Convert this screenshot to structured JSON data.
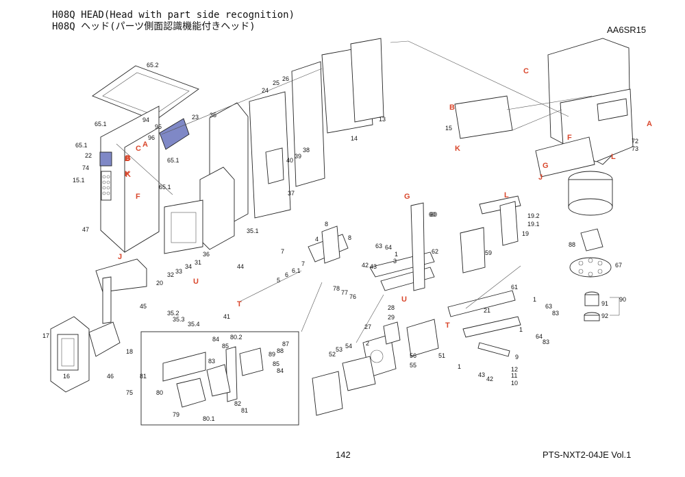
{
  "header": {
    "title_en": "H08Q HEAD(Head with part side recognition)",
    "title_jp": "H08Q ヘッド(パーツ側面認識機能付きヘッド)",
    "doc_code": "AA6SR15"
  },
  "footer": {
    "page": "142",
    "manual": "PTS-NXT2-04JE  Vol.1"
  },
  "colors": {
    "reference_letter": "#d9462b",
    "highlight_fill": "#7f88c6",
    "line": "#222222"
  },
  "part_numbers": [
    "65.2",
    "65.1",
    "65.1",
    "94",
    "95",
    "96",
    "23",
    "22",
    "74",
    "65.1",
    "15.1",
    "65.1",
    "47",
    "35",
    "24",
    "25",
    "26",
    "40",
    "39",
    "38",
    "37",
    "13",
    "14",
    "35.1",
    "31",
    "32",
    "33",
    "34",
    "36",
    "20",
    "45",
    "17",
    "16",
    "18",
    "46",
    "44",
    "35.2",
    "35.3",
    "35.4",
    "41",
    "84",
    "85",
    "80.2",
    "87",
    "88",
    "89",
    "85",
    "84",
    "83",
    "81",
    "80",
    "79",
    "80.1",
    "82",
    "81",
    "75",
    "7",
    "4",
    "8",
    "8",
    "7",
    "6",
    "6.1",
    "5",
    "63",
    "64",
    "1",
    "42",
    "43",
    "3",
    "78",
    "77",
    "76",
    "80",
    "62",
    "28",
    "29",
    "27",
    "2",
    "52",
    "53",
    "54",
    "55",
    "56",
    "51",
    "59",
    "60",
    "19.2",
    "19.1",
    "19",
    "21",
    "61",
    "1",
    "63",
    "83",
    "1",
    "64",
    "83",
    "9",
    "1",
    "43",
    "42",
    "12",
    "11",
    "10",
    "15",
    "72",
    "73",
    "88",
    "67",
    "91",
    "92",
    "90"
  ],
  "reference_letters": [
    "C",
    "B",
    "K",
    "A",
    "B",
    "K",
    "F",
    "J",
    "U",
    "T",
    "G",
    "U",
    "L",
    "T",
    "C",
    "B",
    "K",
    "A",
    "F",
    "G",
    "J",
    "L"
  ]
}
